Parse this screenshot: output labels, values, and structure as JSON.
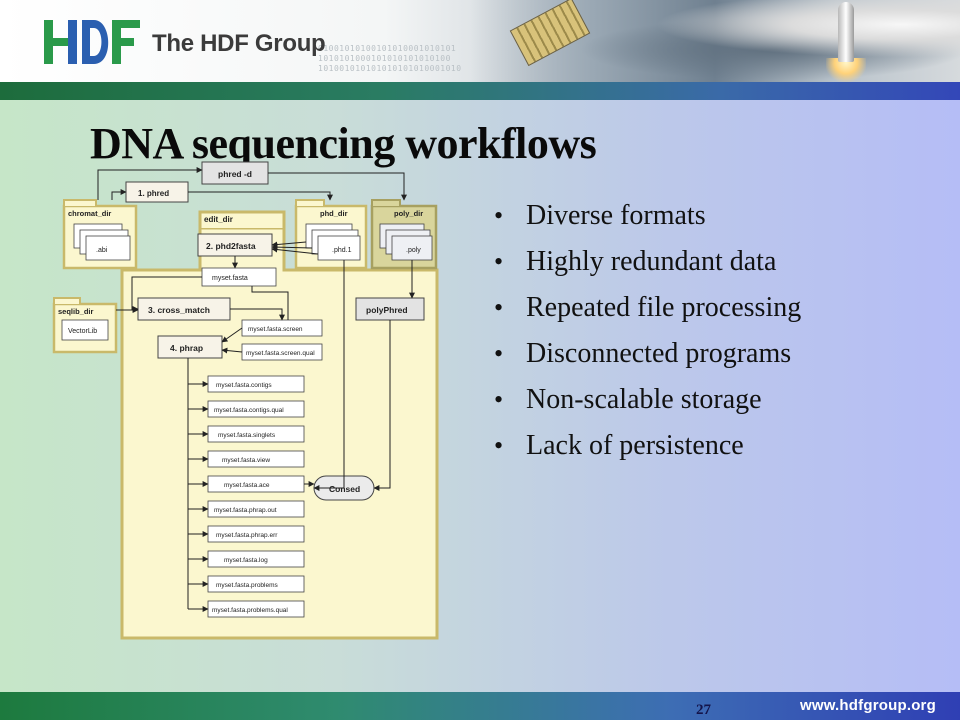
{
  "header": {
    "brand_name": "The HDF Group",
    "binary_lines": [
      "01001010100101010001010101",
      "1010101000101010101010100",
      "101001010101010101010001010"
    ]
  },
  "slide": {
    "title": "DNA sequencing workflows",
    "bullets": [
      "Diverse formats",
      "Highly redundant data",
      "Repeated file processing",
      "Disconnected programs",
      "Non-scalable storage",
      "Lack of persistence"
    ]
  },
  "diagram": {
    "folders": {
      "chromat_dir": "chromat_dir",
      "edit_dir": "edit_dir",
      "phd_dir": "phd_dir",
      "poly_dir": "poly_dir",
      "seqlib_dir": "seqlib_dir"
    },
    "files": {
      "abi": ".abi",
      "phd1": ".phd.1",
      "poly": ".poly",
      "vectorlib": "VectorLib",
      "myset_fasta": "myset.fasta",
      "myset_fasta_screen": "myset.fasta.screen",
      "myset_fasta_screen_qual": "myset.fasta.screen.qual"
    },
    "programs": {
      "phred": "1. phred",
      "phred_d": "phred -d",
      "phd2fasta": "2. phd2fasta",
      "cross_match": "3. cross_match",
      "phrap": "4. phrap",
      "polyphred": "polyPhred",
      "consed": "Consed"
    },
    "phrap_outputs": [
      "myset.fasta.contigs",
      "myset.fasta.contigs.qual",
      "myset.fasta.singlets",
      "myset.fasta.view",
      "myset.fasta.ace",
      "myset.fasta.phrap.out",
      "myset.fasta.phrap.err",
      "myset.fasta.log",
      "myset.fasta.problems",
      "myset.fasta.problems.qual"
    ]
  },
  "footer": {
    "page_number": "27",
    "url": "www.hdfgroup.org"
  },
  "colors": {
    "logo_green": "#2a9a4a",
    "logo_blue": "#2b5fb0",
    "folder_fill": "#fbf7cf",
    "folder_border": "#c9b96a",
    "poly_folder_fill": "#d9d59c"
  }
}
